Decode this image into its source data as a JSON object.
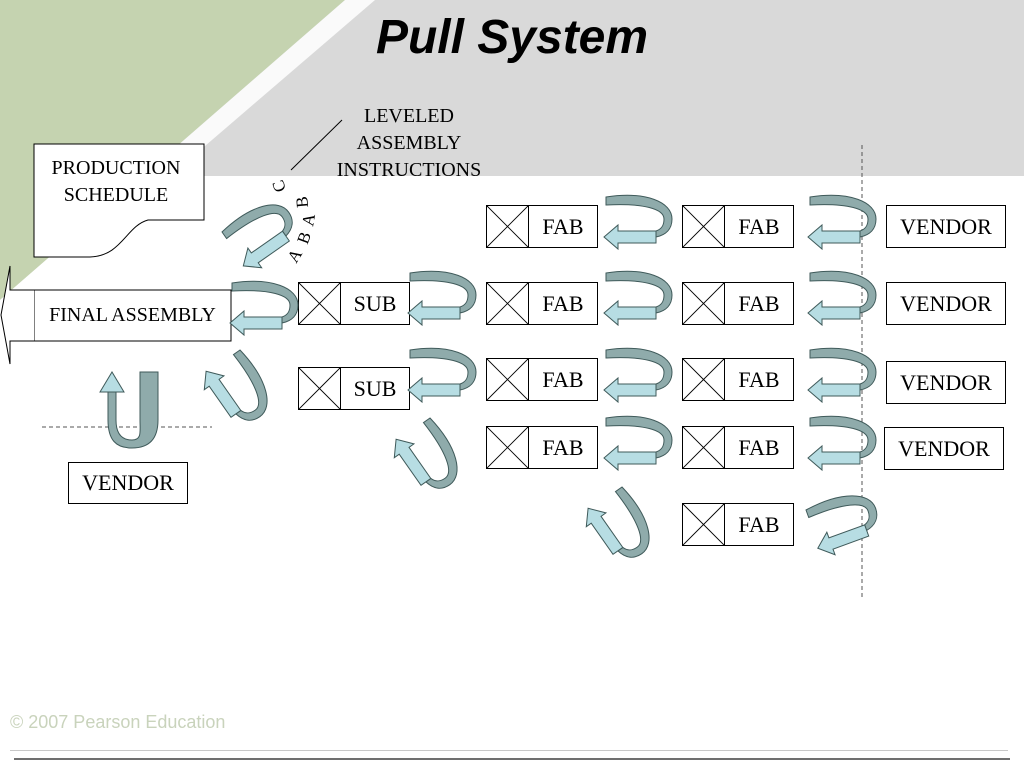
{
  "title": "Pull System",
  "leveled_note": "LEVELED\nASSEMBLY\nINSTRUCTIONS",
  "production_schedule": "PRODUCTION\nSCHEDULE",
  "final_assembly": "FINAL ASSEMBLY",
  "vendor_bottom": "VENDOR",
  "sequence_letters": [
    "A",
    "B",
    "A",
    "B",
    "C"
  ],
  "sub_label": "SUB",
  "fab_label": "FAB",
  "vendor_label": "VENDOR",
  "footer": "© 2007 Pearson Education",
  "colors": {
    "header_gray": "#d9d9d9",
    "corner_green": "#c5d3b0",
    "arrow_dark": "#8fabab",
    "arrow_light": "#b7dde3"
  }
}
